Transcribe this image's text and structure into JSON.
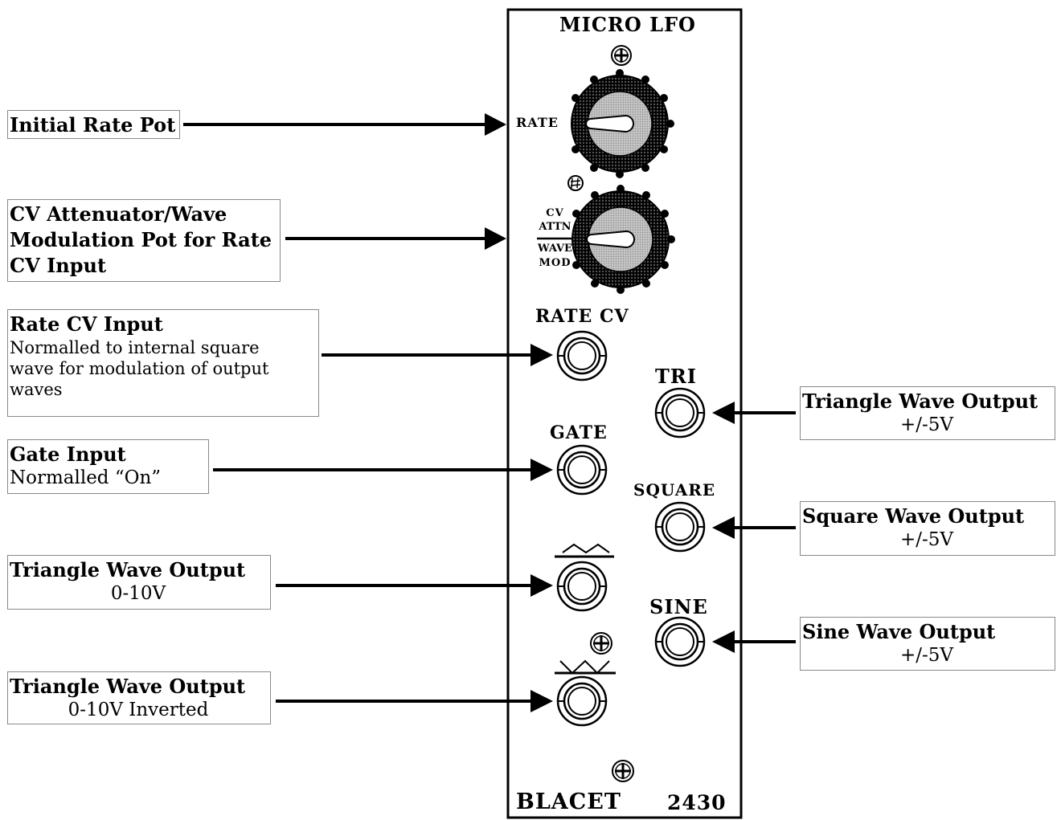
{
  "panel": {
    "title": "MICRO LFO",
    "brand": "BLACET",
    "model": "2430",
    "labels": {
      "rate": "RATE",
      "cv_attn_line1": "CV",
      "cv_attn_line2": "ATTN",
      "cv_attn_line3": "WAVE",
      "cv_attn_line4": "MOD",
      "rate_cv": "RATE CV",
      "gate": "GATE",
      "tri": "TRI",
      "square": "SQUARE",
      "sine": "SINE"
    }
  },
  "callouts": {
    "initial_rate": {
      "title": "Initial Rate Pot"
    },
    "cv_attenuator": {
      "title": "CV Attenuator/Wave Modulation Pot for Rate CV Input"
    },
    "rate_cv_input": {
      "title": "Rate CV Input",
      "desc": "Normalled to internal square wave for modulation  of output waves"
    },
    "gate_input": {
      "title": "Gate Input",
      "desc": "Normalled “On”"
    },
    "tri_unipolar": {
      "title": "Triangle  Wave Output",
      "value": "0-10V"
    },
    "tri_inverted": {
      "title": "Triangle  Wave Output",
      "value": "0-10V Inverted"
    },
    "tri_bipolar": {
      "title": "Triangle Wave Output",
      "value": "+/-5V"
    },
    "square": {
      "title": "Square  Wave Output",
      "value": "+/-5V"
    },
    "sine": {
      "title": "Sine Wave Output",
      "value": "+/-5V"
    }
  },
  "colors": {
    "ink": "#000000",
    "knob_face": "#b8b8b8",
    "background": "#ffffff",
    "box_border": "#888888"
  }
}
